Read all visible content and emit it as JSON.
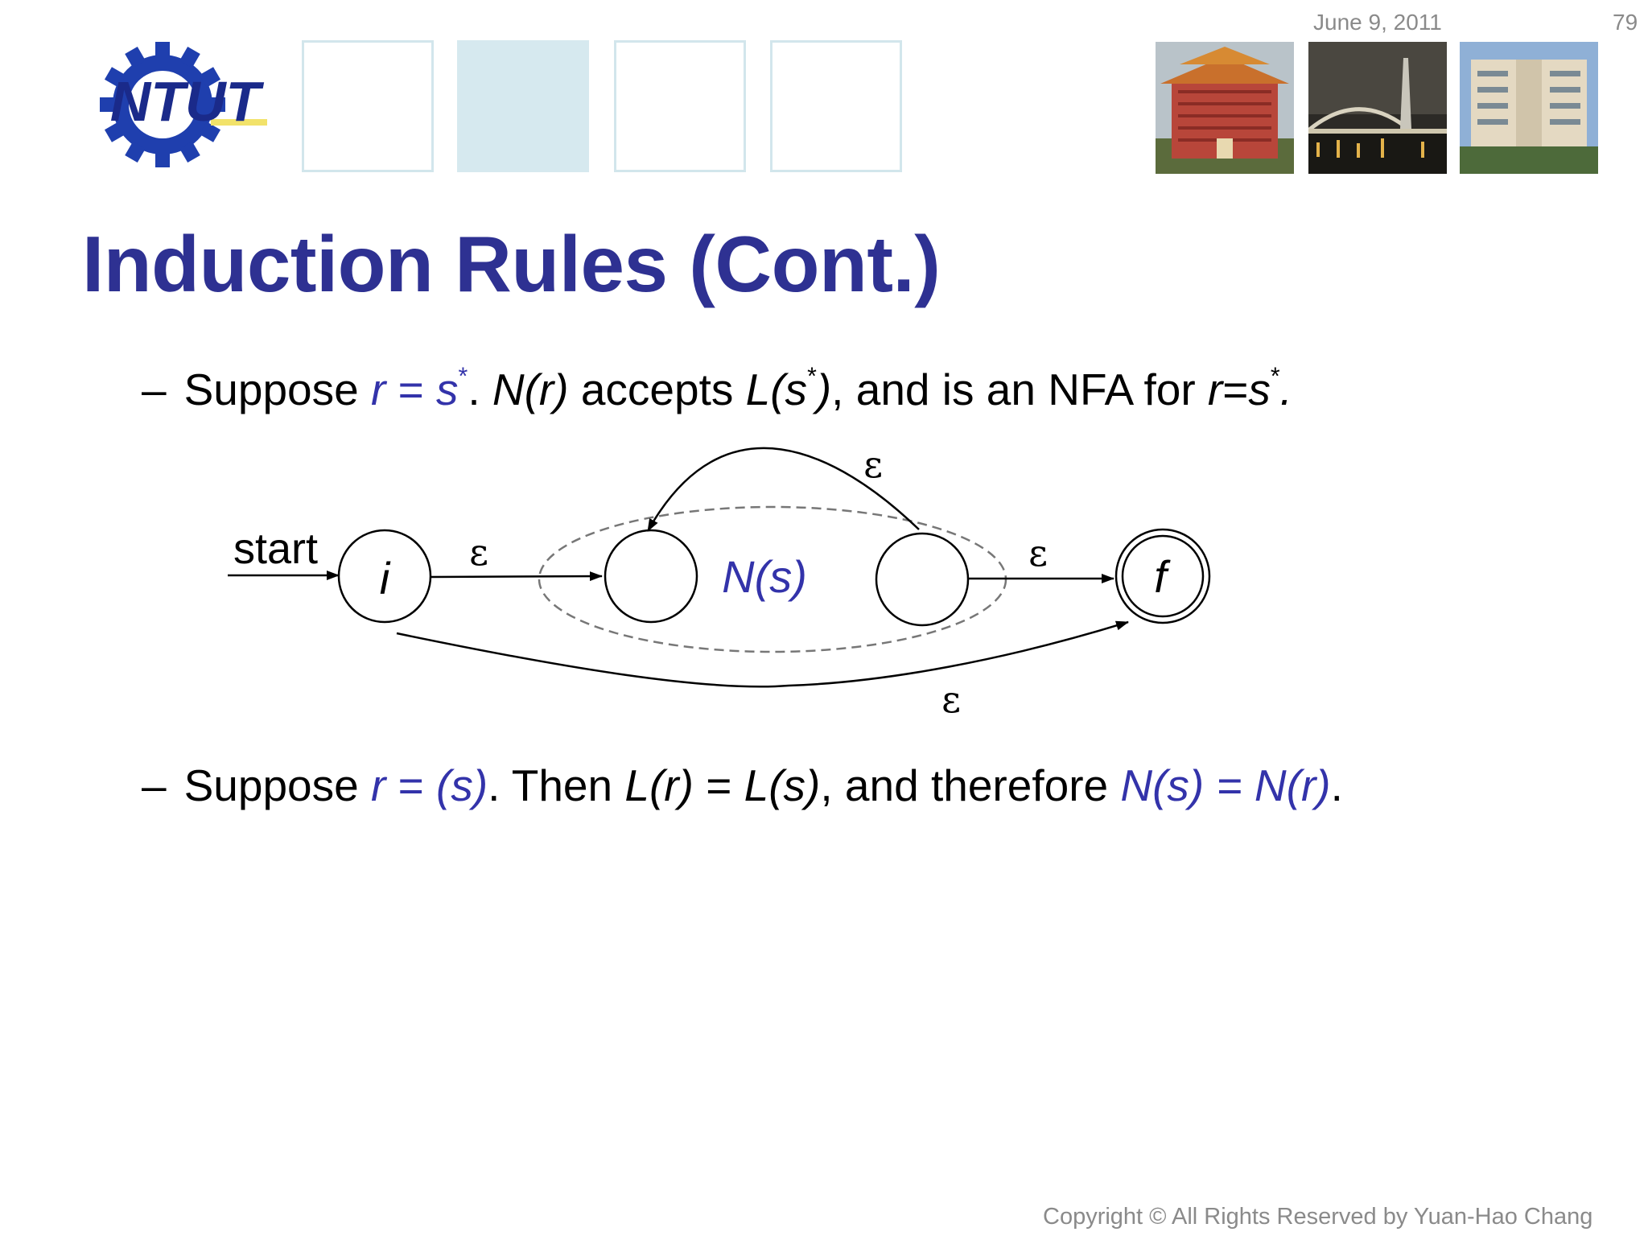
{
  "header": {
    "date": "June 9, 2011",
    "page_number": "79"
  },
  "logo": {
    "text": "NTUT",
    "icon": "gear-logo-icon"
  },
  "photos": [
    "temple-building-photo",
    "night-bridge-photo",
    "campus-building-photo"
  ],
  "title": "Induction Rules (Cont.)",
  "bullet1": {
    "dash": "–",
    "p1": "Suppose ",
    "p2": "r",
    "p3": " = ",
    "p4": "s",
    "p5": "*",
    "p6": ". ",
    "p7": "N(r)",
    "p8": " accepts ",
    "p9": "L(s",
    "p10": "*",
    "p11": ")",
    "p12": ", and is an NFA for ",
    "p13": "r",
    "p14": "=",
    "p15": "s",
    "p16": "*",
    "p17": "."
  },
  "diagram": {
    "start_label": "start",
    "state_i": "i",
    "state_f": "f",
    "ns_label": "N(s)",
    "epsilon": "ε"
  },
  "bullet2": {
    "dash": "–",
    "p1": "Suppose ",
    "p2": "r",
    "p3": " = ",
    "p4": "(s)",
    "p5": ". Then ",
    "p6": "L(r)",
    "p7": " = ",
    "p8": "L(s)",
    "p9": ", and therefore ",
    "p10": "N(s) = N(r)",
    "p11": "."
  },
  "footer": "Copyright © All Rights Reserved by Yuan-Hao Chang",
  "colors": {
    "title": "#2e3192",
    "accent": "#3333aa",
    "deco": "#d6e9ef"
  }
}
